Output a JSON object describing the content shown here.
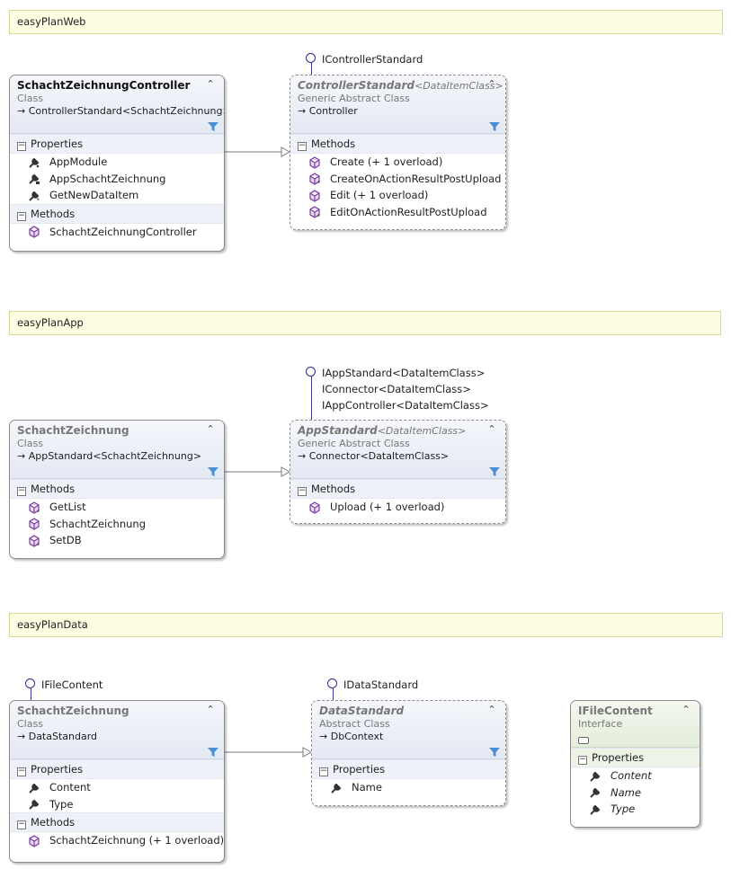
{
  "sections": {
    "web": "easyPlanWeb",
    "app": "easyPlanApp",
    "data": "easyPlanData"
  },
  "web": {
    "lollipop": "IControllerStandard",
    "controller": {
      "name": "SchachtZeichnungController",
      "kind": "Class",
      "base": "ControllerStandard<SchachtZeichnung>",
      "groups": {
        "properties": "Properties",
        "methods": "Methods"
      },
      "properties": [
        "AppModule",
        "AppSchachtZeichnung",
        "GetNewDataItem"
      ],
      "methods": [
        "SchachtZeichnungController"
      ]
    },
    "standard": {
      "name": "ControllerStandard",
      "type_param": "<DataItemClass>",
      "kind": "Generic Abstract Class",
      "base": "Controller",
      "groups": {
        "methods": "Methods"
      },
      "methods": [
        "Create (+ 1 overload)",
        "CreateOnActionResultPostUpload",
        "Edit (+ 1 overload)",
        "EditOnActionResultPostUpload"
      ]
    }
  },
  "app": {
    "lollipops": [
      "IAppStandard<DataItemClass>",
      "IConnector<DataItemClass>",
      "IAppController<DataItemClass>"
    ],
    "cls": {
      "name": "SchachtZeichnung",
      "kind": "Class",
      "base": "AppStandard<SchachtZeichnung>",
      "groups": {
        "methods": "Methods"
      },
      "methods": [
        "GetList",
        "SchachtZeichnung",
        "SetDB"
      ]
    },
    "standard": {
      "name": "AppStandard",
      "type_param": "<DataItemClass>",
      "kind": "Generic Abstract Class",
      "base": "Connector<DataItemClass>",
      "groups": {
        "methods": "Methods"
      },
      "methods": [
        "Upload (+ 1 overload)"
      ]
    }
  },
  "data": {
    "lollipop_cls": "IFileContent",
    "lollipop_std": "IDataStandard",
    "cls": {
      "name": "SchachtZeichnung",
      "kind": "Class",
      "base": "DataStandard",
      "groups": {
        "properties": "Properties",
        "methods": "Methods"
      },
      "properties": [
        "Content",
        "Type"
      ],
      "methods": [
        "SchachtZeichnung (+ 1 overload)"
      ]
    },
    "standard": {
      "name": "DataStandard",
      "kind": "Abstract Class",
      "base": "DbContext",
      "groups": {
        "properties": "Properties"
      },
      "properties": [
        "Name"
      ]
    },
    "iface": {
      "name": "IFileContent",
      "kind": "Interface",
      "groups": {
        "properties": "Properties"
      },
      "properties": [
        "Content",
        "Name",
        "Type"
      ]
    }
  },
  "icons": {
    "collapse": "double-chevron-up-icon",
    "filter": "filter-icon",
    "property": "wrench-icon",
    "method": "cube-icon",
    "inherit": "arrow-right-icon"
  },
  "colors": {
    "section_bg": "#fdfde1",
    "method_icon": "#7b3fa0",
    "lollipop": "#2b2b8a"
  }
}
